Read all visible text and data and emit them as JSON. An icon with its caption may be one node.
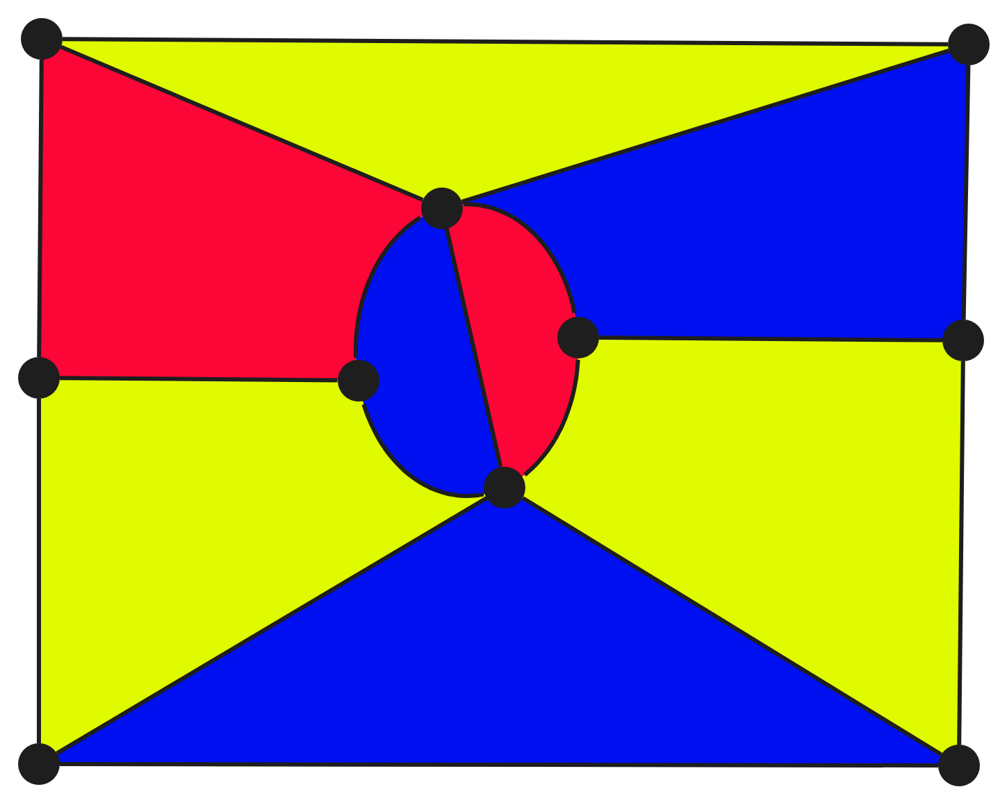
{
  "diagram": {
    "nodes": [
      {
        "text": [],
        "shape": "circle"
      },
      {
        "text": [],
        "shape": "circle"
      },
      {
        "text": [],
        "shape": "circle"
      },
      {
        "text": [],
        "shape": "circle"
      },
      {
        "text": [],
        "shape": "circle"
      },
      {
        "text": [],
        "shape": "circle"
      },
      {
        "text": [],
        "shape": "circle"
      },
      {
        "text": [],
        "shape": "circle"
      },
      {
        "text": [],
        "shape": "circle"
      },
      {
        "text": [],
        "shape": "circle"
      }
    ],
    "edges": [
      {
        "from": 0,
        "to": 1,
        "arrow": "none"
      },
      {
        "from": 0,
        "to": 3,
        "arrow": "none"
      },
      {
        "from": 1,
        "to": 6,
        "arrow": "none"
      },
      {
        "from": 0,
        "to": 2,
        "arrow": "none"
      },
      {
        "from": 1,
        "to": 2,
        "arrow": "none"
      },
      {
        "from": 2,
        "to": 4,
        "arrow": "none"
      },
      {
        "from": 2,
        "to": 5,
        "arrow": "none"
      },
      {
        "from": 2,
        "to": 7,
        "arrow": "none"
      },
      {
        "from": 3,
        "to": 4,
        "arrow": "none"
      },
      {
        "from": 5,
        "to": 6,
        "arrow": "none"
      },
      {
        "from": 4,
        "to": 7,
        "arrow": "none"
      },
      {
        "from": 5,
        "to": 7,
        "arrow": "none"
      },
      {
        "from": 3,
        "to": 8,
        "arrow": "none"
      },
      {
        "from": 6,
        "to": 9,
        "arrow": "none"
      },
      {
        "from": 7,
        "to": 8,
        "arrow": "none"
      },
      {
        "from": 7,
        "to": 9,
        "arrow": "none"
      },
      {
        "from": 8,
        "to": 9,
        "arrow": "none"
      }
    ]
  }
}
